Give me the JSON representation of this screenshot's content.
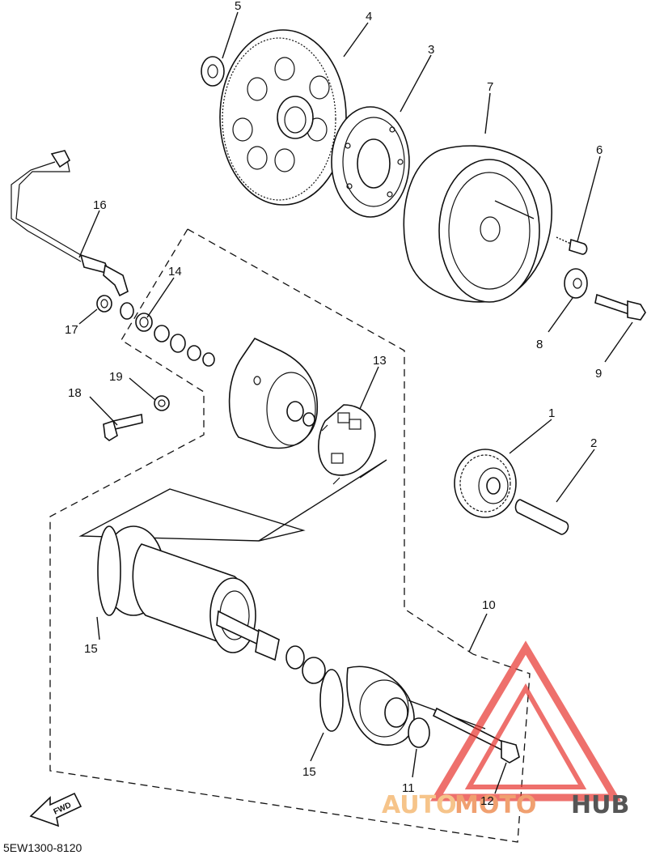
{
  "diagram_code": "5EW1300-8120",
  "fwd_label": "FWD",
  "callouts": {
    "c1": "1",
    "c2": "2",
    "c3": "3",
    "c4": "4",
    "c5": "5",
    "c6": "6",
    "c7": "7",
    "c8": "8",
    "c9": "9",
    "c10": "10",
    "c11": "11",
    "c12": "12",
    "c13": "13",
    "c14": "14",
    "c15a": "15",
    "c15b": "15",
    "c16": "16",
    "c17": "17",
    "c18": "18",
    "c19": "19"
  },
  "watermark": {
    "part1": "AUTO",
    "part2": "MOTO",
    "part3": "HUB",
    "color_auto": "#f6c48a",
    "color_moto": "#f0a070",
    "color_hub": "#555555",
    "triangle_color": "#e8352f"
  }
}
